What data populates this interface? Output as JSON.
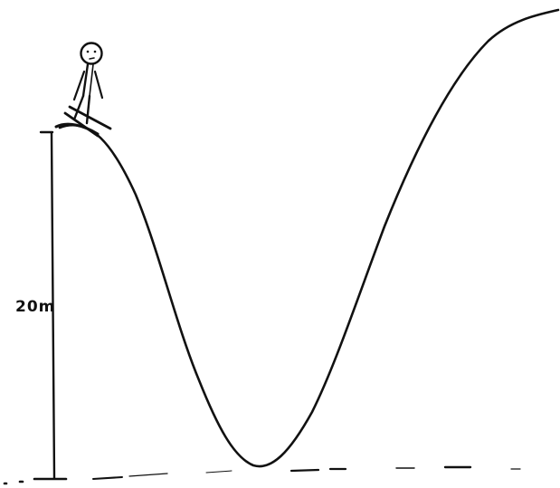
{
  "diagram": {
    "height_label": "20m",
    "ink_color": "#111111",
    "background_color": "#ffffff",
    "figure": "skier-stick-figure-on-skis",
    "terrain": "ski-slope-valley-curve"
  }
}
